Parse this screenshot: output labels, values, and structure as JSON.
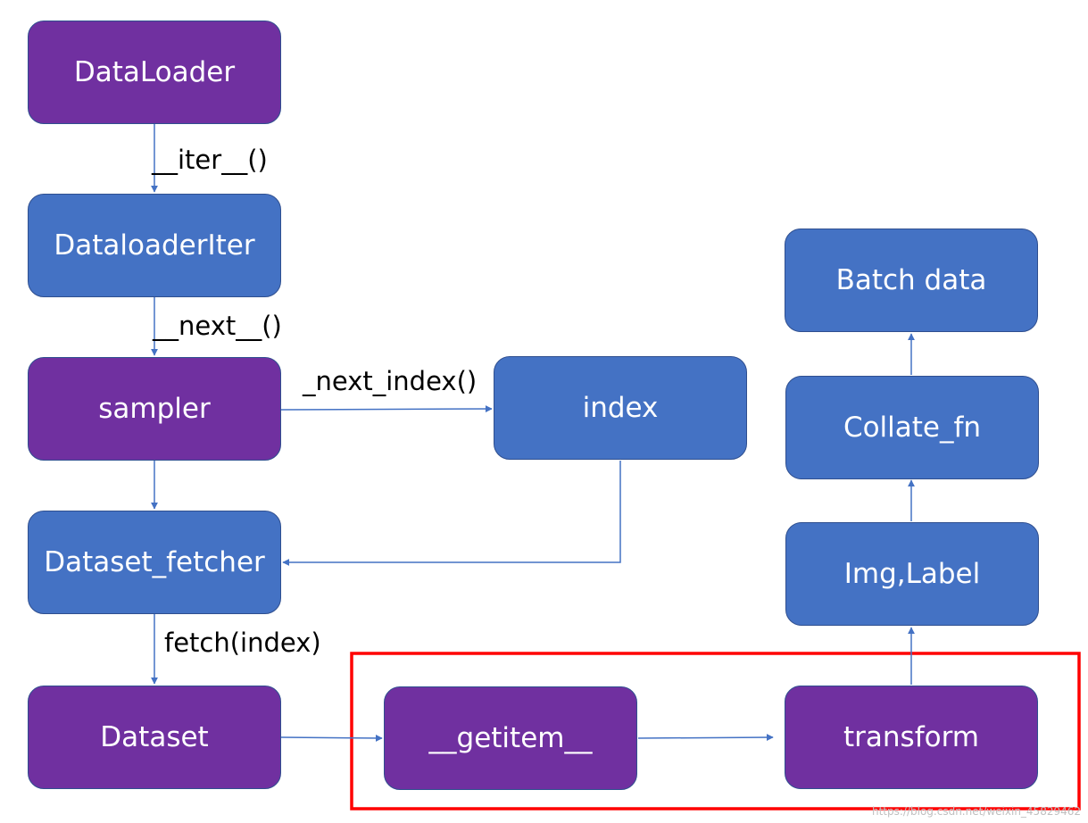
{
  "nodes": {
    "dataloader": "DataLoader",
    "dataloader_iter": "DataloaderIter",
    "sampler": "sampler",
    "dataset_fetcher": "Dataset_fetcher",
    "dataset": "Dataset",
    "index": "index",
    "getitem": "__getitem__",
    "transform": "transform",
    "img_label": "Img,Label",
    "collate_fn": "Collate_fn",
    "batch_data": "Batch data"
  },
  "edge_labels": {
    "iter": "__iter__()",
    "next": "__next__()",
    "next_index": "_next_index()",
    "fetch": "fetch(index)"
  },
  "colors": {
    "purple_node": "#7030a0",
    "blue_node": "#4472c4",
    "arrow": "#4472c4",
    "highlight_box": "#ff0000"
  },
  "watermark": "https://blog.csdn.net/weixin_45829462"
}
